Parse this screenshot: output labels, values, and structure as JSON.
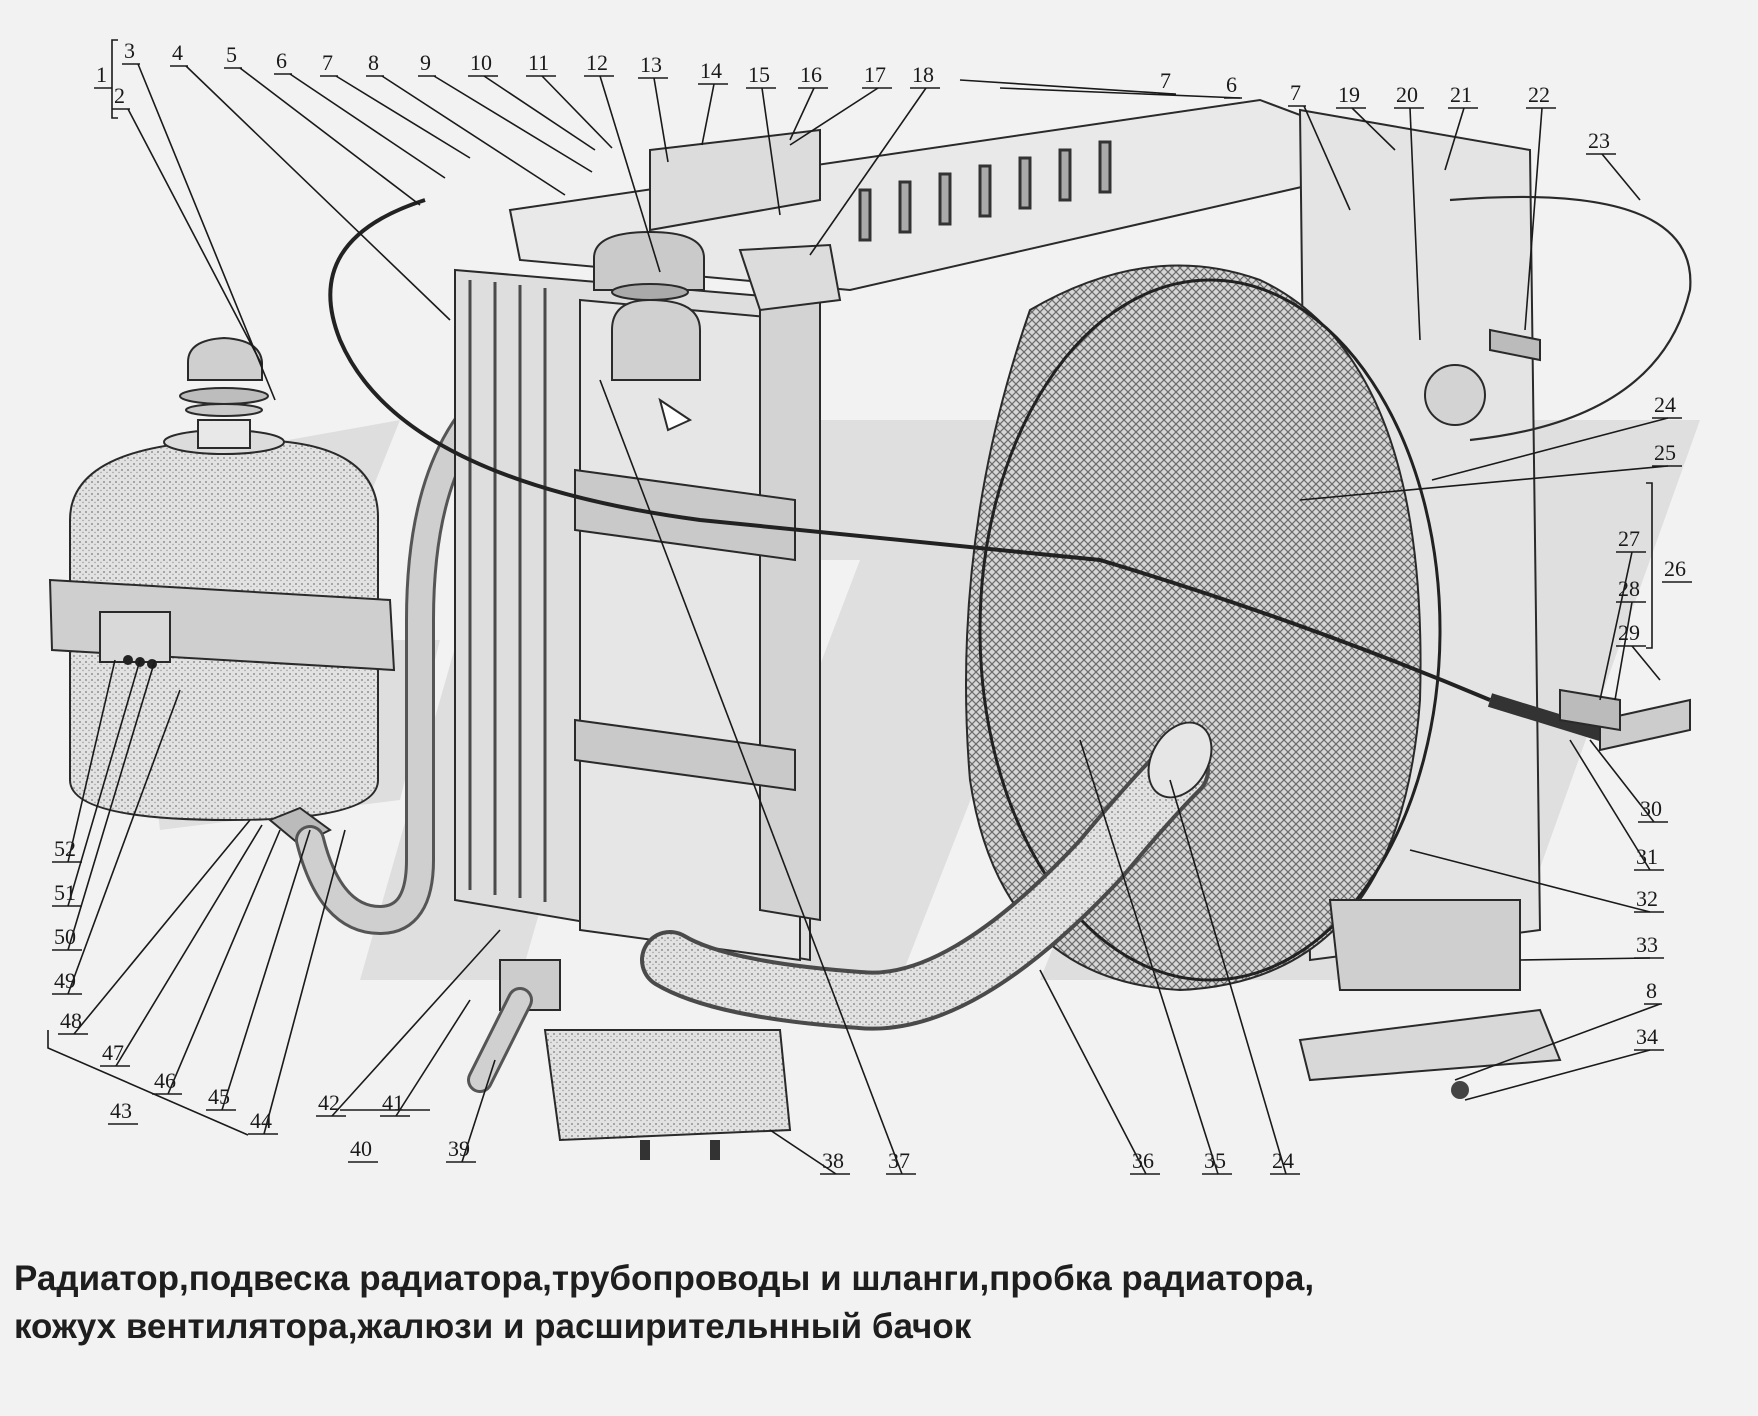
{
  "caption": {
    "line1": "Радиатор,подвеска  радиатора,трубопроводы и  шланги,пробка радиатора,",
    "line2": "кожух вентилятора,жалюзи и  расширительнный бачок"
  },
  "watermark": "GAZ",
  "callouts": {
    "n1": "1",
    "n2": "2",
    "n3": "3",
    "n4": "4",
    "n5": "5",
    "n6": "6",
    "n7": "7",
    "n8": "8",
    "n9": "9",
    "n10": "10",
    "n11": "11",
    "n12": "12",
    "n13": "13",
    "n14": "14",
    "n15": "15",
    "n16": "16",
    "n17": "17",
    "n18": "18",
    "n19": "19",
    "n20": "20",
    "n21": "21",
    "n22": "22",
    "n23": "23",
    "n24": "24",
    "n25": "25",
    "n26": "26",
    "n27": "27",
    "n28": "28",
    "n29": "29",
    "n30": "30",
    "n31": "31",
    "n32": "32",
    "n33": "33",
    "n34": "34",
    "n35": "35",
    "n36": "36",
    "n37": "37",
    "n38": "38",
    "n39": "39",
    "n40": "40",
    "n41": "41",
    "n42": "42",
    "n43": "43",
    "n44": "44",
    "n45": "45",
    "n46": "46",
    "n47": "47",
    "n48": "48",
    "n49": "49",
    "n50": "50",
    "n51": "51",
    "n52": "52"
  }
}
